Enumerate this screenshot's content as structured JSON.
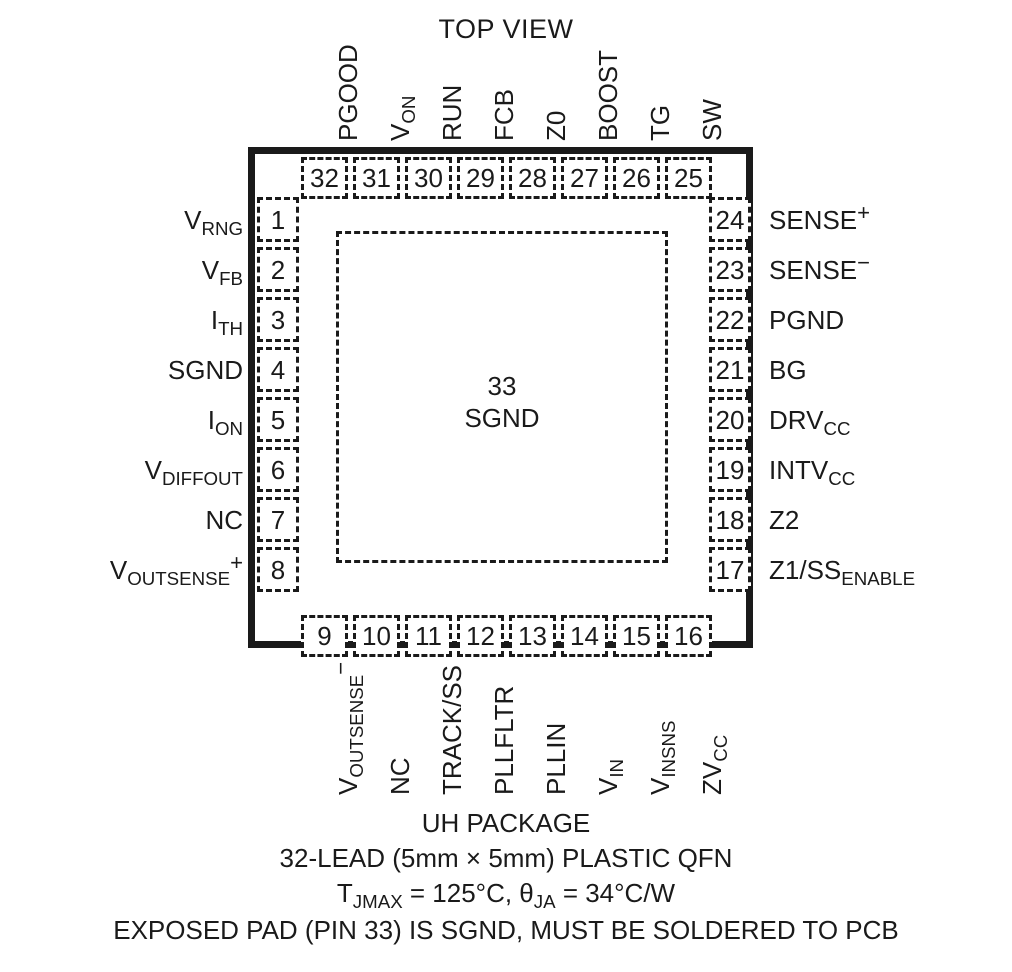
{
  "diagram": {
    "title": "TOP VIEW",
    "exposed_pad": {
      "pin_number": "33",
      "name": "SGND",
      "text": "33\nSGND"
    }
  },
  "pins": {
    "left": [
      {
        "number": "1",
        "label": "V",
        "sub": "RNG",
        "sup": ""
      },
      {
        "number": "2",
        "label": "V",
        "sub": "FB",
        "sup": ""
      },
      {
        "number": "3",
        "label": "I",
        "sub": "TH",
        "sup": ""
      },
      {
        "number": "4",
        "label": "SGND",
        "sub": "",
        "sup": ""
      },
      {
        "number": "5",
        "label": "I",
        "sub": "ON",
        "sup": ""
      },
      {
        "number": "6",
        "label": "V",
        "sub": "DIFFOUT",
        "sup": ""
      },
      {
        "number": "7",
        "label": "NC",
        "sub": "",
        "sup": ""
      },
      {
        "number": "8",
        "label": "V",
        "sub": "OUTSENSE",
        "sup": "+"
      }
    ],
    "right": [
      {
        "number": "24",
        "label": "SENSE",
        "sub": "",
        "sup": "+"
      },
      {
        "number": "23",
        "label": "SENSE",
        "sub": "",
        "sup": "−"
      },
      {
        "number": "22",
        "label": "PGND",
        "sub": "",
        "sup": ""
      },
      {
        "number": "21",
        "label": "BG",
        "sub": "",
        "sup": ""
      },
      {
        "number": "20",
        "label": "DRV",
        "sub": "CC",
        "sup": ""
      },
      {
        "number": "19",
        "label": "INTV",
        "sub": "CC",
        "sup": ""
      },
      {
        "number": "18",
        "label": "Z2",
        "sub": "",
        "sup": ""
      },
      {
        "number": "17",
        "label": "Z1/SS",
        "sub": "ENABLE",
        "sup": ""
      }
    ],
    "top": [
      {
        "number": "32",
        "label": "PGOOD",
        "sub": "",
        "sup": ""
      },
      {
        "number": "31",
        "label": "V",
        "sub": "ON",
        "sup": ""
      },
      {
        "number": "30",
        "label": "RUN",
        "sub": "",
        "sup": ""
      },
      {
        "number": "29",
        "label": "FCB",
        "sub": "",
        "sup": ""
      },
      {
        "number": "28",
        "label": "Z0",
        "sub": "",
        "sup": ""
      },
      {
        "number": "27",
        "label": "BOOST",
        "sub": "",
        "sup": ""
      },
      {
        "number": "26",
        "label": "TG",
        "sub": "",
        "sup": ""
      },
      {
        "number": "25",
        "label": "SW",
        "sub": "",
        "sup": ""
      }
    ],
    "bottom": [
      {
        "number": "9",
        "label": "V",
        "sub": "OUTSENSE",
        "sup": "−"
      },
      {
        "number": "10",
        "label": "NC",
        "sub": "",
        "sup": ""
      },
      {
        "number": "11",
        "label": "TRACK/SS",
        "sub": "",
        "sup": ""
      },
      {
        "number": "12",
        "label": "PLLFLTR",
        "sub": "",
        "sup": ""
      },
      {
        "number": "13",
        "label": "PLLIN",
        "sub": "",
        "sup": ""
      },
      {
        "number": "14",
        "label": "V",
        "sub": "IN",
        "sup": ""
      },
      {
        "number": "15",
        "label": "V",
        "sub": "INSNS",
        "sup": ""
      },
      {
        "number": "16",
        "label": "ZV",
        "sub": "CC",
        "sup": ""
      }
    ]
  },
  "caption": {
    "line1": "UH PACKAGE",
    "line2": "32-LEAD (5mm × 5mm) PLASTIC QFN",
    "line3_pre": "T",
    "line3_sub1": "JMAX",
    "line3_mid": " = 125°C, θ",
    "line3_sub2": "JA",
    "line3_post": " = 34°C/W",
    "line4": "EXPOSED PAD (PIN 33) IS SGND, MUST BE SOLDERED TO PCB"
  },
  "colors": {
    "ink": "#1a1a1a",
    "background": "#ffffff"
  }
}
